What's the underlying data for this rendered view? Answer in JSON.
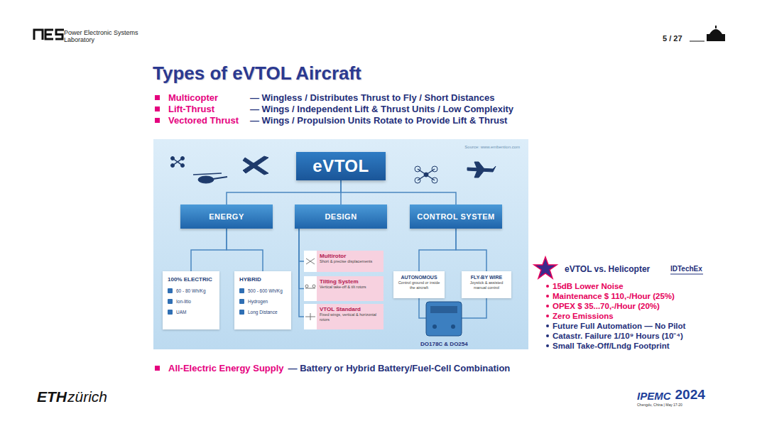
{
  "diagram": {
    "title": "Types of eVTOL Aircraft",
    "nodes": [
      {
        "text": [
          "Source: www.embention.com"
        ]
      },
      {
        "text": [
          "eVTOL"
        ],
        "in": 0
      },
      {
        "text": [
          "ENERGY"
        ],
        "in": 0
      },
      {
        "text": [
          "DESIGN"
        ],
        "in": 0
      },
      {
        "text": [
          "CONTROL SYSTEM"
        ],
        "in": 0
      },
      {
        "text": [
          "100% ELECTRIC",
          "60 - 80 Wh/Kg",
          "Ion-litio",
          "UAM"
        ],
        "in": 0
      },
      {
        "text": [
          "HYBRID",
          "500 - 600 Wh/Kg",
          "Hydrogen",
          "Long Distance"
        ],
        "in": 0
      },
      {
        "text": [
          "Multirotor",
          "Short & precise displacements"
        ],
        "in": 0
      },
      {
        "text": [
          "Tilting System",
          "Vertical take-off & tilt rotors"
        ],
        "in": 0
      },
      {
        "text": [
          "VTOL Standard",
          "Fixed wings, vertical & horizontal rotors"
        ],
        "in": 0
      },
      {
        "text": [
          "AUTONOMOUS",
          "Control ground or inside the aircraft"
        ],
        "in": 0
      },
      {
        "text": [
          "FLY-BY WIRE",
          "Joystick & assisted manual control"
        ],
        "in": 0
      }
    ],
    "edges": [
      {
        "from": 1,
        "to": 2,
        "arrow": "none"
      },
      {
        "from": 1,
        "to": 3,
        "arrow": "none"
      },
      {
        "from": 1,
        "to": 4,
        "arrow": "none"
      },
      {
        "from": 2,
        "to": 5,
        "arrow": "none"
      },
      {
        "from": 2,
        "to": 6,
        "arrow": "none"
      },
      {
        "from": 3,
        "to": 7,
        "arrow": "none"
      },
      {
        "from": 3,
        "to": 8,
        "arrow": "none"
      },
      {
        "from": 3,
        "to": 9,
        "arrow": "none"
      },
      {
        "from": 4,
        "to": 10,
        "arrow": "none"
      },
      {
        "from": 4,
        "to": 11,
        "arrow": "none"
      }
    ],
    "labels": [
      "Power Electronic Systems Laboratory",
      "5 / 27",
      "Multicopter",
      "— Wingless / Distributes Thrust to Fly / Short Distances",
      "Lift-Thrust",
      "— Wings / Independent Lift & Thrust Units / Low Complexity",
      "Vectored Thrust",
      "— Wings / Propulsion Units Rotate to Provide Lift & Thrust",
      "DO178C & DO254",
      "eVTOL vs. Helicopter",
      "IDTechEx",
      "15dB Lower Noise",
      "Maintenance $ 110,-/Hour (25%)",
      "OPEX $ 35...70,-/Hour (20%)",
      "Zero Emissions",
      "Future Full Automation — No Pilot",
      "Catastr. Failure 1/10⁹ Hours (10⁻⁴)",
      "Small Take-Off/Lndg Footprint",
      "All-Electric Energy Supply",
      "— Battery or Hybrid Battery/Fuel-Cell Combination",
      "ETH",
      "zürich",
      "IPEMC",
      "2024",
      "Chengdu, China | May 17-20"
    ]
  }
}
